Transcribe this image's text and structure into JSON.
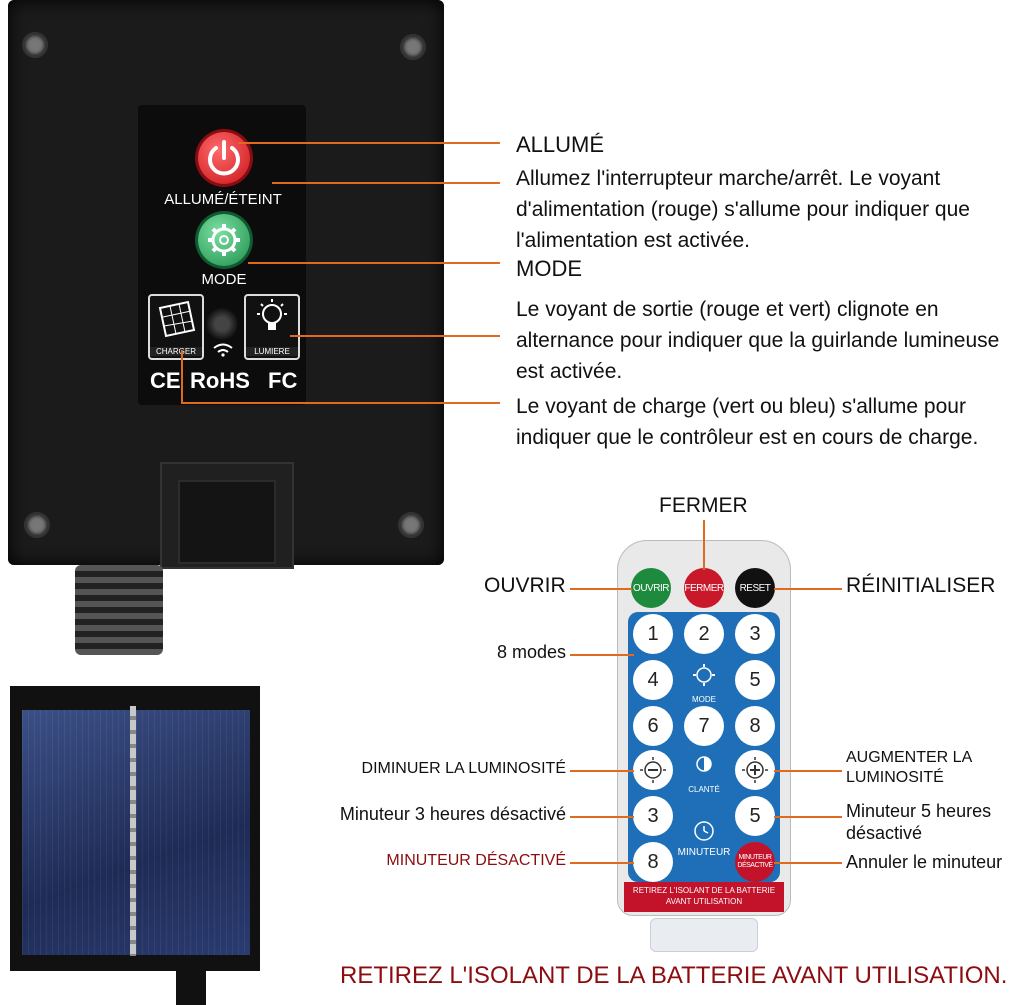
{
  "controller": {
    "power_label": "ALLUMÉ/ÉTEINT",
    "mode_label": "MODE",
    "charger_label": "CHARGER",
    "light_label": "LUMIERE",
    "cert_ce": "CE",
    "cert_rohs": "RoHS",
    "cert_fc": "FC"
  },
  "callouts": {
    "on_title": "ALLUMÉ",
    "on_desc": "Allumez l'interrupteur marche/arrêt. Le voyant d'alimentation (rouge) s'allume pour indiquer que l'alimentation est activée.",
    "mode_title": "MODE",
    "mode_desc": "Le voyant de sortie (rouge et vert) clignote en alternance pour indiquer que la guirlande lumineuse est activée.",
    "charge_desc": "Le voyant de charge (vert ou bleu) s'allume pour indiquer que le contrôleur est en cours de charge."
  },
  "remote": {
    "open_btn": "OUVRIR",
    "close_btn": "FERMER",
    "reset_btn": "RESET",
    "numbers": [
      "1",
      "2",
      "3",
      "4",
      "5",
      "6",
      "7",
      "8"
    ],
    "mode_icon_label": "MODE",
    "brightness_label": "CLANTÉ",
    "timer3": "3",
    "timer5": "5",
    "timer_label": "MINUTEUR",
    "timer_off": "8",
    "timer_cancel_btn": "MINUTEUR DÉSACTIVÉ",
    "strip_text": "RETIREZ L'ISOLANT DE LA BATTERIE AVANT UTILISATION",
    "labels": {
      "fermer": "FERMER",
      "ouvrir": "OUVRIR",
      "reset": "RÉINITIALISER",
      "modes": "8 modes",
      "dim": "DIMINUER LA LUMINOSITÉ",
      "bright": "AUGMENTER LA LUMINOSITÉ",
      "t3": "Minuteur 3 heures désactivé",
      "t5": "Minuteur 5 heures désactivé",
      "toff": "MINUTEUR DÉSACTIVÉ",
      "cancel": "Annuler le minuteur"
    }
  },
  "bottom_warning": "RETIREZ L'ISOLANT DE LA BATTERIE AVANT UTILISATION.",
  "colors": {
    "accent": "#e06a1e",
    "warn": "#8b0d10"
  }
}
